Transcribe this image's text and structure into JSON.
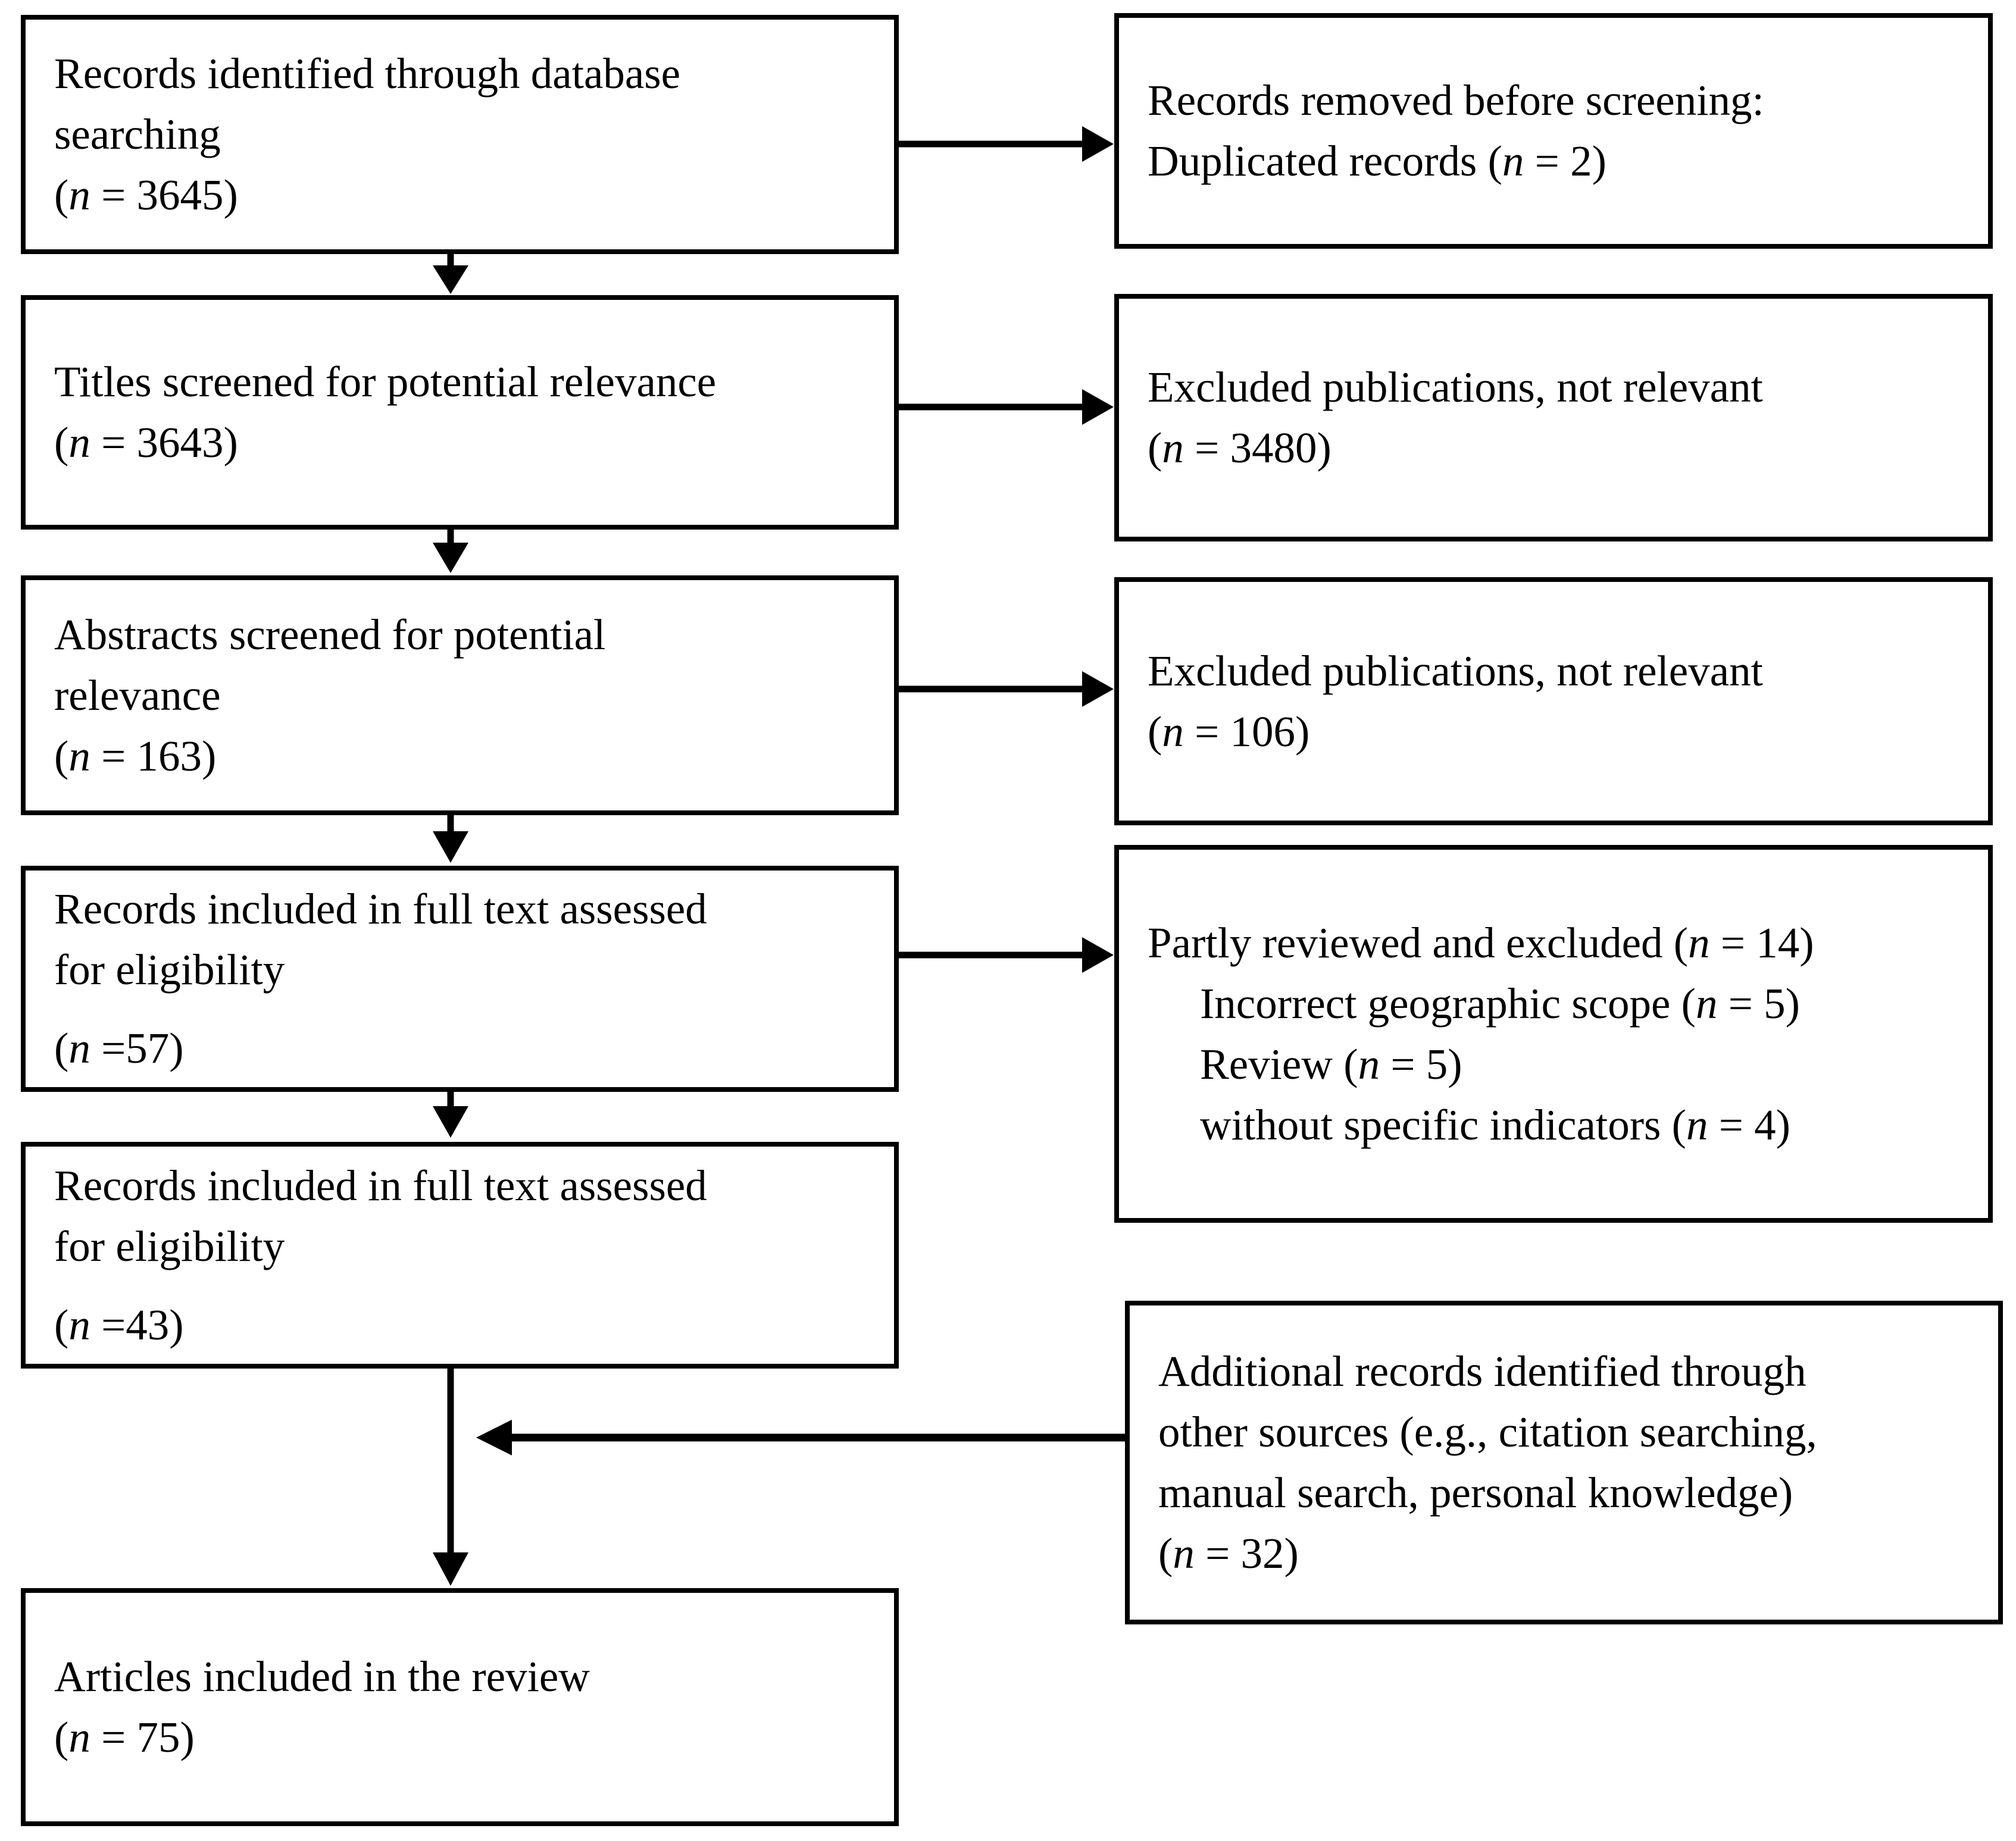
{
  "colors": {
    "ink": "#000000",
    "paper": "#ffffff"
  },
  "boxes": {
    "l1": {
      "lines": [
        {
          "segs": [
            {
              "t": "Records identified through database"
            }
          ]
        },
        {
          "segs": [
            {
              "t": "searching"
            }
          ]
        },
        {
          "segs": [
            {
              "t": "("
            },
            {
              "t": "n",
              "i": true
            },
            {
              "t": " = 3645)"
            }
          ]
        }
      ]
    },
    "l2": {
      "lines": [
        {
          "segs": [
            {
              "t": "Titles screened for potential relevance"
            }
          ]
        },
        {
          "segs": [
            {
              "t": "("
            },
            {
              "t": "n",
              "i": true
            },
            {
              "t": " = 3643)"
            }
          ]
        }
      ]
    },
    "l3": {
      "lines": [
        {
          "segs": [
            {
              "t": "Abstracts screened for potential"
            }
          ]
        },
        {
          "segs": [
            {
              "t": "relevance"
            }
          ]
        },
        {
          "segs": [
            {
              "t": "("
            },
            {
              "t": "n",
              "i": true
            },
            {
              "t": " = 163)"
            }
          ]
        }
      ]
    },
    "l4": {
      "lines": [
        {
          "segs": [
            {
              "t": "Records included in full text assessed"
            }
          ]
        },
        {
          "segs": [
            {
              "t": "for eligibility"
            }
          ]
        },
        {
          "gap": true,
          "segs": [
            {
              "t": "("
            },
            {
              "t": "n",
              "i": true
            },
            {
              "t": " =57)"
            }
          ]
        }
      ]
    },
    "l5": {
      "lines": [
        {
          "segs": [
            {
              "t": "Records included in full text assessed"
            }
          ]
        },
        {
          "segs": [
            {
              "t": "for eligibility"
            }
          ]
        },
        {
          "gap": true,
          "segs": [
            {
              "t": "("
            },
            {
              "t": "n",
              "i": true
            },
            {
              "t": " =43)"
            }
          ]
        }
      ]
    },
    "l6": {
      "lines": [
        {
          "segs": [
            {
              "t": "Articles included in the review"
            }
          ]
        },
        {
          "segs": [
            {
              "t": "("
            },
            {
              "t": "n",
              "i": true
            },
            {
              "t": " = 75)"
            }
          ]
        }
      ]
    },
    "r1": {
      "lines": [
        {
          "segs": [
            {
              "t": "Records removed before screening:"
            }
          ]
        },
        {
          "segs": [
            {
              "t": "Duplicated records ("
            },
            {
              "t": "n",
              "i": true
            },
            {
              "t": " = 2)"
            }
          ]
        }
      ]
    },
    "r2": {
      "lines": [
        {
          "segs": [
            {
              "t": "Excluded publications, not relevant"
            }
          ]
        },
        {
          "segs": [
            {
              "t": "("
            },
            {
              "t": "n",
              "i": true
            },
            {
              "t": " = 3480)"
            }
          ]
        }
      ]
    },
    "r3": {
      "lines": [
        {
          "segs": [
            {
              "t": "Excluded publications, not relevant"
            }
          ]
        },
        {
          "segs": [
            {
              "t": "("
            },
            {
              "t": "n",
              "i": true
            },
            {
              "t": " = 106)"
            }
          ]
        }
      ]
    },
    "r4": {
      "lines": [
        {
          "segs": [
            {
              "t": "Partly reviewed and excluded ("
            },
            {
              "t": "n",
              "i": true
            },
            {
              "t": " = 14)"
            }
          ]
        },
        {
          "indent": true,
          "segs": [
            {
              "t": "Incorrect geographic scope ("
            },
            {
              "t": "n",
              "i": true
            },
            {
              "t": " = 5)"
            }
          ]
        },
        {
          "indent": true,
          "segs": [
            {
              "t": "Review ("
            },
            {
              "t": "n",
              "i": true
            },
            {
              "t": " = 5)"
            }
          ]
        },
        {
          "indent": true,
          "segs": [
            {
              "t": "without specific indicators ("
            },
            {
              "t": "n",
              "i": true
            },
            {
              "t": " = 4)"
            }
          ]
        }
      ]
    },
    "r5": {
      "lines": [
        {
          "segs": [
            {
              "t": "Additional records identified through"
            }
          ]
        },
        {
          "segs": [
            {
              "t": "other sources (e.g., citation searching,"
            }
          ]
        },
        {
          "segs": [
            {
              "t": "manual search, personal knowledge)"
            }
          ]
        },
        {
          "segs": [
            {
              "t": "("
            },
            {
              "t": "n",
              "i": true
            },
            {
              "t": " = 32)"
            }
          ]
        }
      ]
    }
  }
}
